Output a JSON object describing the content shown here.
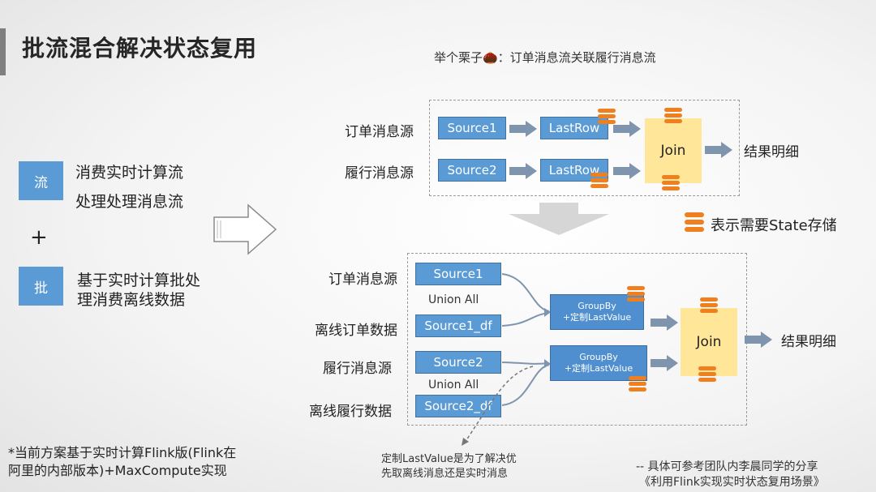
{
  "title": "批流混合解决状态复用",
  "example": "举个栗子🌰：订单消息流关联履行消息流",
  "left": {
    "stream_tag": "流",
    "stream_line1": "消费实时计算流",
    "stream_line2": "处理处理消息流",
    "plus": "+",
    "batch_tag": "批",
    "batch_line1": "基于实时计算批处",
    "batch_line2": "理消费离线数据"
  },
  "top_diagram": {
    "order_source_label": "订单消息源",
    "fulfill_source_label": "履行消息源",
    "source1": "Source1",
    "source2": "Source2",
    "lastrow1": "LastRow",
    "lastrow2": "LastRow",
    "join": "Join",
    "result": "结果明细"
  },
  "legend": {
    "icon": "database-icon",
    "text": "表示需要State存储"
  },
  "bottom_diagram": {
    "order_source_label": "订单消息源",
    "offline_order_label": "离线订单数据",
    "fulfill_source_label": "履行消息源",
    "offline_fulfill_label": "离线履行数据",
    "source1": "Source1",
    "source1_df": "Source1_df",
    "source2": "Source2",
    "source2_df": "Source2_df",
    "union_all_1": "Union All",
    "union_all_2": "Union All",
    "groupby1_line1": "GroupBy",
    "groupby1_line2": "+定制LastValue",
    "groupby2_line1": "GroupBy",
    "groupby2_line2": "+定制LastValue",
    "join": "Join",
    "result": "结果明细"
  },
  "footnote_line1": "*当前方案基于实时计算Flink版(Flink在",
  "footnote_line2": "阿里的内部版本)+MaxCompute实现",
  "note_line1": "定制LastValue是为了解决优",
  "note_line2": "先取离线消息还是实时消息",
  "credit_line1": "-- 具体可参考团队内李晨同学的分享",
  "credit_line2": "《利用Flink实现实时状态复用场景》",
  "colors": {
    "blue_box": "#5b9bd5",
    "join_box": "#ffe699",
    "arrow": "#7f94ad",
    "db_orange": "#f07f1e"
  }
}
